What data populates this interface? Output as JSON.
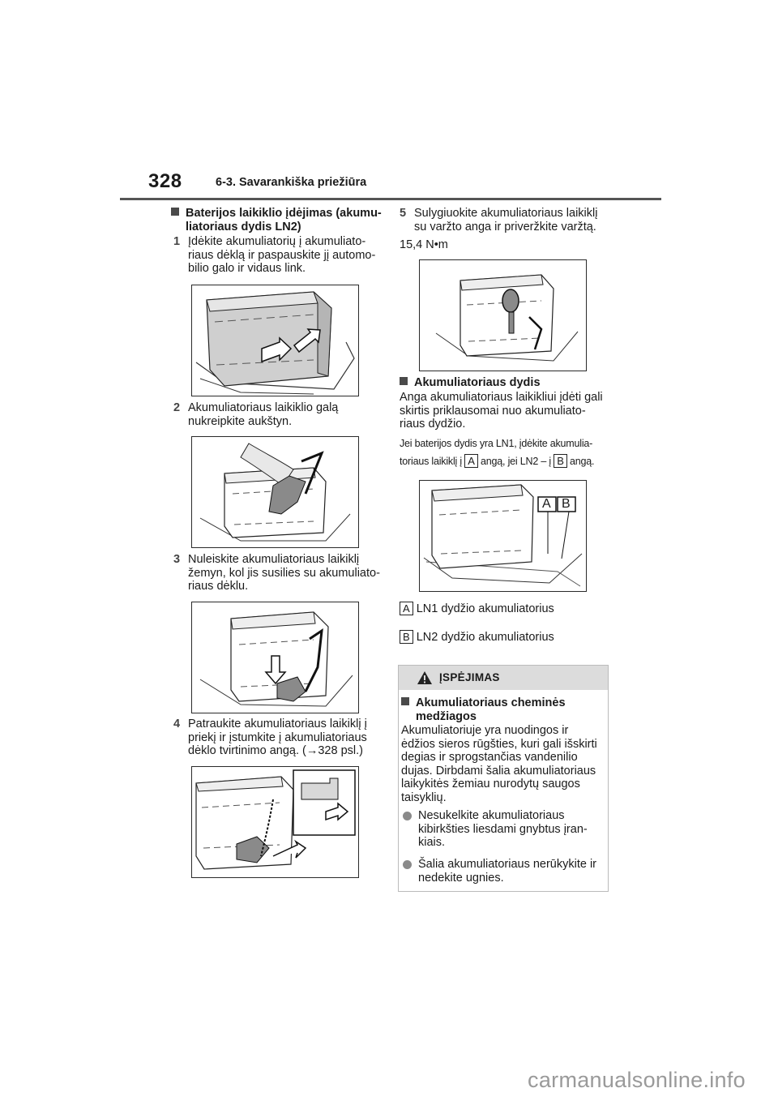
{
  "header": {
    "page_number": "328",
    "section_title": "6-3. Savarankiška priežiūra"
  },
  "left": {
    "heading_line1": "Baterijos laikiklio įdėjimas (akumu-",
    "heading_line2": "liatoriaus dydis LN2)",
    "steps": [
      {
        "num": "1",
        "lines": [
          "Įdėkite akumuliatorių į akumuliato-",
          "riaus dėklą ir paspauskite jį automo-",
          "bilio galo ir vidaus link."
        ]
      },
      {
        "num": "2",
        "lines": [
          "Akumuliatoriaus laikiklio galą",
          "nukreipkite aukštyn."
        ]
      },
      {
        "num": "3",
        "lines": [
          "Nuleiskite akumuliatoriaus laikiklį",
          "žemyn, kol jis susilies su akumuliato-",
          "riaus dėklu."
        ]
      },
      {
        "num": "4",
        "lines": [
          "Patraukite akumuliatoriaus laikiklį į",
          "priekį ir įstumkite į akumuliatoriaus",
          "dėklo tvirtinimo angą. (→328 psl.)"
        ]
      }
    ]
  },
  "right": {
    "step5": {
      "num": "5",
      "lines": [
        "Sulygiuokite akumuliatoriaus laikiklį",
        "su varžto anga ir priveržkite varžtą."
      ]
    },
    "torque": "15,4 N•m",
    "size_heading": "Akumuliatoriaus dydis",
    "size_text": [
      "Anga akumuliatoriaus laikikliui įdėti gali",
      "skirtis priklausomai nuo akumuliato-",
      "riaus dydžio."
    ],
    "cond_line1": "Jei baterijos dydis yra LN1, įdėkite akumulia-",
    "cond_line2_a": "toriaus laikiklį į",
    "cond_line2_b": "angą, jei LN2 – į",
    "cond_line2_c": "angą.",
    "letter_a": "A",
    "letter_b": "B",
    "legend": [
      {
        "letter": "A",
        "text": "LN1 dydžio akumuliatorius"
      },
      {
        "letter": "B",
        "text": "LN2 dydžio akumuliatorius"
      }
    ]
  },
  "warning": {
    "title": "ĮSPĖJIMAS",
    "heading_line1": "Akumuliatoriaus cheminės",
    "heading_line2": "medžiagos",
    "body": [
      "Akumuliatoriuje yra nuodingos ir",
      "ėdžios sieros rūgšties, kuri gali išskirti",
      "degias ir sprogstančias vandenilio",
      "dujas. Dirbdami šalia akumuliatoriaus",
      "laikykitės žemiau nurodytų saugos",
      "taisyklių."
    ],
    "bullets": [
      [
        "Nesukelkite akumuliatoriaus",
        "kibirkšties liesdami gnybtus įran-",
        "kiais."
      ],
      [
        "Šalia akumuliatoriaus nerūkykite ir",
        "nedekite ugnies."
      ]
    ]
  },
  "footer": {
    "watermark": "carmanualsonline.info"
  }
}
